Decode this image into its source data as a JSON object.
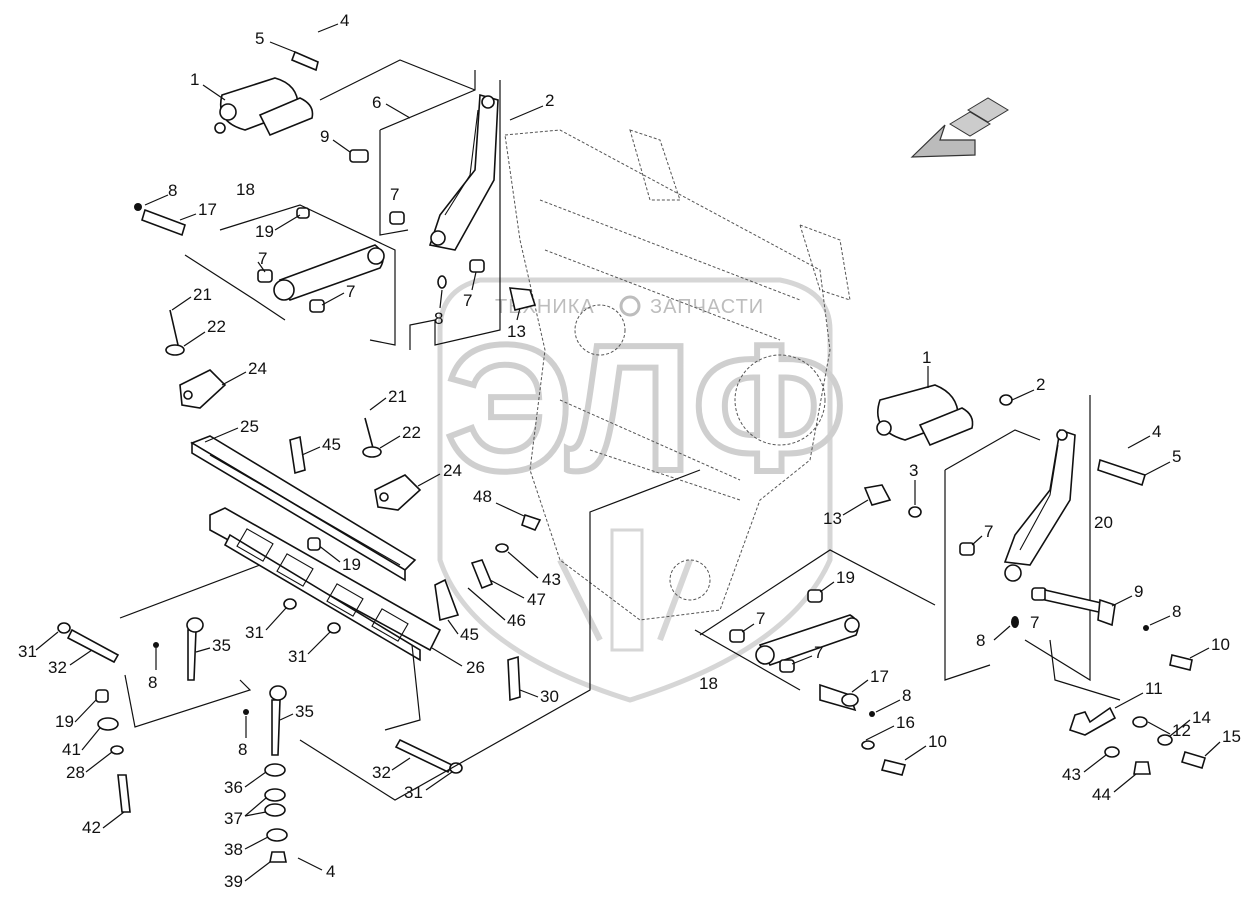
{
  "watermark": {
    "text_left": "ТЕХНИКА",
    "text_right": "ЗАПЧАСТИ",
    "big_letters": "ЭЛФ"
  },
  "callouts": [
    {
      "label": "1"
    },
    {
      "label": "2"
    },
    {
      "label": "4"
    },
    {
      "label": "5"
    },
    {
      "label": "6"
    },
    {
      "label": "9"
    },
    {
      "label": "7"
    },
    {
      "label": "8"
    },
    {
      "label": "17"
    },
    {
      "label": "18"
    },
    {
      "label": "19"
    },
    {
      "label": "7"
    },
    {
      "label": "7"
    },
    {
      "label": "7"
    },
    {
      "label": "8"
    },
    {
      "label": "13"
    },
    {
      "label": "21"
    },
    {
      "label": "22"
    },
    {
      "label": "24"
    },
    {
      "label": "25"
    },
    {
      "label": "45"
    },
    {
      "label": "21"
    },
    {
      "label": "22"
    },
    {
      "label": "24"
    },
    {
      "label": "48"
    },
    {
      "label": "19"
    },
    {
      "label": "43"
    },
    {
      "label": "47"
    },
    {
      "label": "46"
    },
    {
      "label": "45"
    },
    {
      "label": "26"
    },
    {
      "label": "31"
    },
    {
      "label": "32"
    },
    {
      "label": "35"
    },
    {
      "label": "8"
    },
    {
      "label": "31"
    },
    {
      "label": "31"
    },
    {
      "label": "19"
    },
    {
      "label": "41"
    },
    {
      "label": "28"
    },
    {
      "label": "42"
    },
    {
      "label": "8"
    },
    {
      "label": "35"
    },
    {
      "label": "36"
    },
    {
      "label": "37"
    },
    {
      "label": "38"
    },
    {
      "label": "39"
    },
    {
      "label": "4"
    },
    {
      "label": "32"
    },
    {
      "label": "31"
    },
    {
      "label": "30"
    },
    {
      "label": "1"
    },
    {
      "label": "2"
    },
    {
      "label": "4"
    },
    {
      "label": "5"
    },
    {
      "label": "3"
    },
    {
      "label": "13"
    },
    {
      "label": "7"
    },
    {
      "label": "20"
    },
    {
      "label": "19"
    },
    {
      "label": "9"
    },
    {
      "label": "8"
    },
    {
      "label": "10"
    },
    {
      "label": "7"
    },
    {
      "label": "7"
    },
    {
      "label": "8"
    },
    {
      "label": "7"
    },
    {
      "label": "18"
    },
    {
      "label": "17"
    },
    {
      "label": "8"
    },
    {
      "label": "16"
    },
    {
      "label": "10"
    },
    {
      "label": "11"
    },
    {
      "label": "12"
    },
    {
      "label": "14"
    },
    {
      "label": "15"
    },
    {
      "label": "43"
    },
    {
      "label": "44"
    }
  ]
}
